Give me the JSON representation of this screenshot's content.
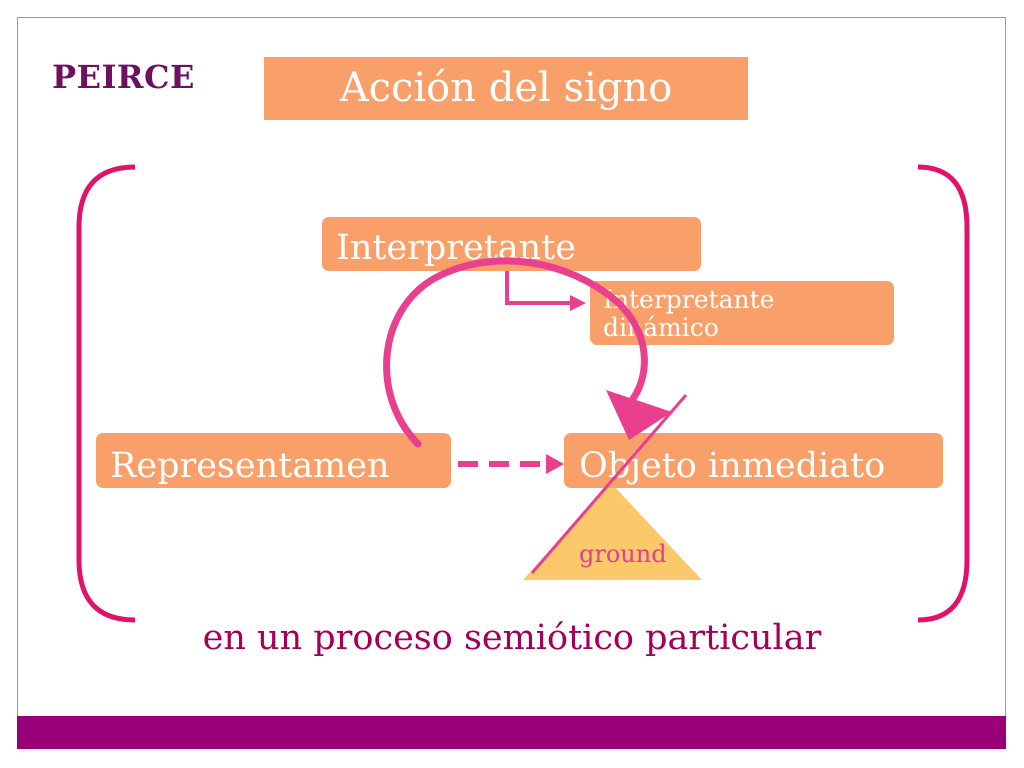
{
  "header": {
    "brand": "PEIRCE",
    "title": "Acción del signo"
  },
  "diagram": {
    "interpretante": "Interpretante",
    "interpretante_dinamico": "Interpretante dinámico",
    "representamen": "Representamen",
    "objeto_inmediato": "Objeto inmediato",
    "ground": "ground"
  },
  "footer_caption": "en un proceso semiótico particular",
  "colors": {
    "box_fill": "#f99f69",
    "accent_pink": "#e8408f",
    "bracket": "#e0126a",
    "ground_fill": "#fbc86a",
    "bottom_bar": "#990077",
    "brand_text": "#6e1060",
    "caption_text": "#a3005a"
  }
}
